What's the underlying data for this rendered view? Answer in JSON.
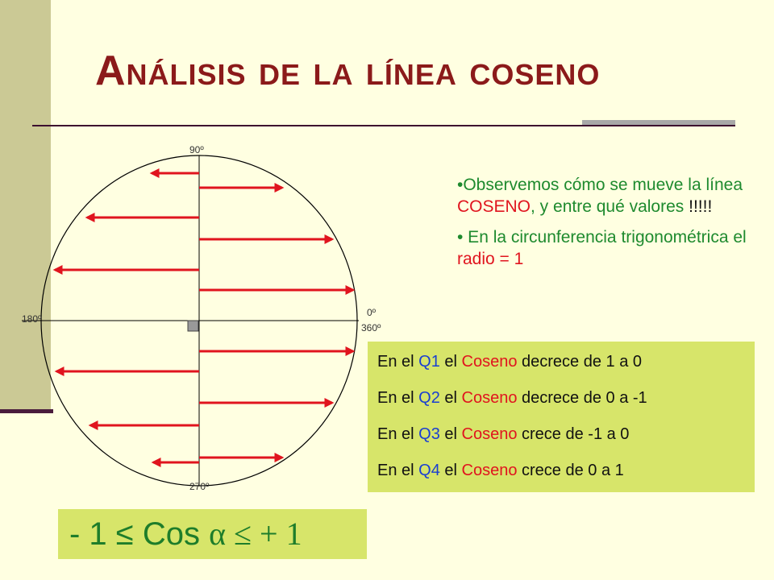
{
  "slide": {
    "title": "Análisis de la línea coseno"
  },
  "circle": {
    "angle_labels": {
      "top": "90º",
      "left": "180º",
      "right_top": "0º",
      "right_bottom": "360º",
      "bottom": "270º"
    }
  },
  "notes": {
    "bullet1": {
      "part1": "•Observemos cómo se mueve la línea ",
      "highlight": "COSENO",
      "part2": ", y entre qué valores ",
      "emph": "!!!!!"
    },
    "bullet2": {
      "part1": "• En la circunferencia trigonométrica el ",
      "highlight": "radio = 1"
    }
  },
  "quadrants": [
    {
      "pre": "En el ",
      "q": "Q1",
      "mid": " el ",
      "fn": "Coseno",
      "post": " decrece de 1 a 0"
    },
    {
      "pre": "En el ",
      "q": "Q2",
      "mid": " el ",
      "fn": "Coseno",
      "post": " decrece de 0 a -1"
    },
    {
      "pre": "En el ",
      "q": "Q3",
      "mid": " el ",
      "fn": "Coseno",
      "post": " crece de -1 a 0"
    },
    {
      "pre": "En el ",
      "q": "Q4",
      "mid": " el ",
      "fn": "Coseno",
      "post": " crece de 0 a 1"
    }
  ],
  "formula": {
    "left": "- 1  ≤ Cos ",
    "alpha": "α",
    "right": " ≤   + 1"
  },
  "colors": {
    "title": "#8b1a1a",
    "arrow": "#e0141e",
    "green_text": "#1e8a2e",
    "blue_text": "#1a3fd1",
    "box_fill": "#d7e56a",
    "side_band": "#cbc995",
    "background": "#ffffe1"
  }
}
